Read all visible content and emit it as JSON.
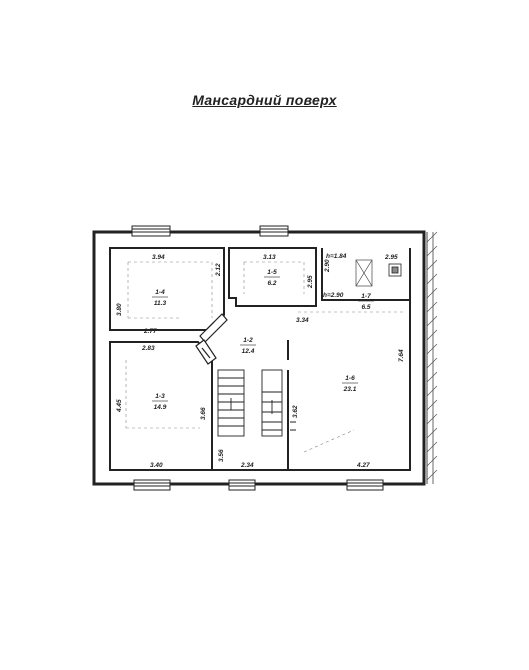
{
  "title": "Мансардний поверх",
  "rooms": {
    "r14": {
      "id": "1-4",
      "area": "11.3"
    },
    "r15": {
      "id": "1-5",
      "area": "6.2"
    },
    "r17": {
      "id": "1-7",
      "area": "6.5"
    },
    "r12": {
      "id": "1-2",
      "area": "12.4"
    },
    "r13": {
      "id": "1-3",
      "area": "14.9"
    },
    "r16": {
      "id": "1-6",
      "area": "23.1"
    }
  },
  "dims": {
    "d394": "3.94",
    "d212": "2.12",
    "d380": "3.80",
    "d277": "2.77",
    "d313": "3.13",
    "d295a": "2.95",
    "h184": "h=1.84",
    "d295b": "2.95",
    "d290": "2.90",
    "h290": "h=2.90",
    "d334": "3.34",
    "d283": "2.83",
    "d764": "7.64",
    "d445": "4.45",
    "d366": "3.66",
    "d362": "3.62",
    "d356": "3.56",
    "d340": "3.40",
    "d234": "2.34",
    "d427": "4.27"
  }
}
